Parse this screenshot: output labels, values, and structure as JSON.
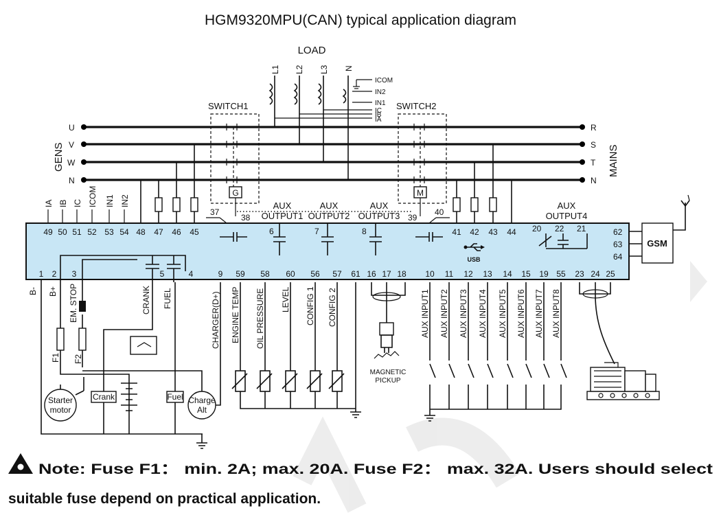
{
  "title": "HGM9320MPU(CAN) typical application diagram",
  "load": {
    "label": "LOAD",
    "lines": [
      "L1",
      "L2",
      "L3",
      "N"
    ],
    "ct_labels": [
      "ICOM",
      "IN2",
      "IN1",
      "IC",
      "IB",
      "IA"
    ]
  },
  "gens": {
    "label": "GENS",
    "phases": [
      "U",
      "V",
      "W",
      "N"
    ]
  },
  "mains": {
    "label": "MAINS",
    "phases": [
      "R",
      "S",
      "T",
      "N"
    ]
  },
  "switch1": {
    "label": "SWITCH1",
    "box": "G"
  },
  "switch2": {
    "label": "SWITCH2",
    "box": "M"
  },
  "top_inputs": [
    "IA",
    "IB",
    "IC",
    "ICOM",
    "IN1",
    "IN2"
  ],
  "top_terminals": [
    "49",
    "50",
    "51",
    "52",
    "53",
    "54",
    "48",
    "47",
    "46",
    "45",
    "41",
    "42",
    "43",
    "44"
  ],
  "switch_terms": [
    "37",
    "38",
    "39",
    "40"
  ],
  "aux_outputs": [
    {
      "line1": "AUX",
      "line2": "OUTPUT1",
      "term": "6"
    },
    {
      "line1": "AUX",
      "line2": "OUTPUT2",
      "term": "7"
    },
    {
      "line1": "AUX",
      "line2": "OUTPUT3",
      "term": "8"
    }
  ],
  "aux_output4": {
    "line1": "AUX",
    "line2": "OUTPUT4",
    "terms": [
      "20",
      "22",
      "21"
    ]
  },
  "gsm": {
    "label": "GSM",
    "terms": [
      "62",
      "63",
      "64"
    ]
  },
  "usb": "USB",
  "bottom_terminals": [
    "1",
    "2",
    "3",
    "5",
    "4",
    "9",
    "59",
    "58",
    "60",
    "56",
    "57",
    "61",
    "16",
    "17",
    "18",
    "10",
    "11",
    "12",
    "13",
    "14",
    "15",
    "19",
    "55",
    "23",
    "24",
    "25"
  ],
  "bottom_labels": {
    "b_minus": "B-",
    "b_plus": "B+",
    "em_stop": "EM. STOP",
    "crank": "CRANK",
    "fuel": "FUEL",
    "charger": "CHARGER(D+)",
    "sensors": [
      "ENGINE TEMP",
      "OIL PRESSURE",
      "LEVEL",
      "CONFIG 1",
      "CONFIG 2"
    ],
    "aux_inputs": [
      "AUX INPUT1",
      "AUX INPUT2",
      "AUX INPUT3",
      "AUX INPUT4",
      "AUX INPUT5",
      "AUX INPUT6",
      "AUX INPUT7",
      "AUX INPUT8"
    ]
  },
  "fuses": [
    "F1",
    "F2"
  ],
  "components": {
    "starter_line1": "Starter",
    "starter_line2": "motor",
    "crank_relay": "Crank",
    "fuel_relay": "Fuel",
    "alt_line1": "Charge",
    "alt_line2": "Alt",
    "pickup_line1": "MAGNETIC",
    "pickup_line2": "PICKUP"
  },
  "note": {
    "line1": "Note: Fuse F1： min. 2A; max. 20A.    Fuse F2： max. 32A. Users should select",
    "line2": "suitable fuse depend on practical application."
  }
}
